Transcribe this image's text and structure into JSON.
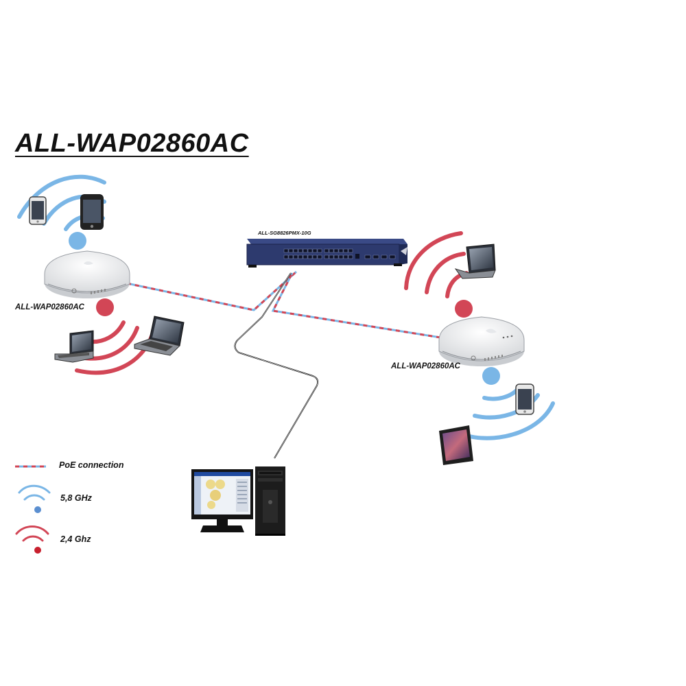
{
  "title": "ALL-WAP02860AC",
  "access_points": [
    {
      "label": "ALL-WAP02860AC"
    },
    {
      "label": "ALL-WAP02860AC"
    }
  ],
  "switch": {
    "label": "ALL-SG8826PMX-10G"
  },
  "legend": {
    "poe": "PoE connection",
    "band_5": "5,8 GHz",
    "band_24": "2,4 Ghz"
  },
  "colors": {
    "band_5": "#7ab6e6",
    "band_24": "#d24656",
    "switch_body": "#2d3a6e",
    "cable": "#1a1a1a"
  }
}
